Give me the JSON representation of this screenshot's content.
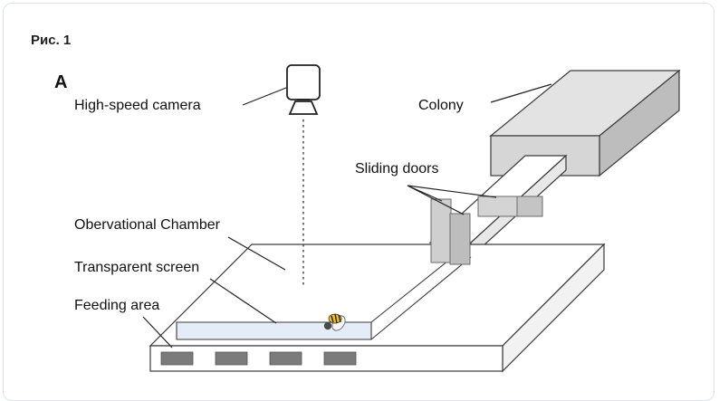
{
  "figure": {
    "title": "Рис. 1",
    "panel_label": "A"
  },
  "labels": {
    "camera": "High-speed camera",
    "colony": "Colony",
    "sliding_doors": "Sliding doors",
    "chamber": "Obervational Chamber",
    "screen": "Transparent screen",
    "feeding": "Feeding area"
  },
  "colors": {
    "outline": "#3a3a3a",
    "box_face": "#dcdcdc",
    "box_side": "#c4c4c4",
    "door": "#c8c8c8",
    "screen": "#e4ecf8",
    "slot": "#7b7b7b",
    "bee_stripe": "#e8b400"
  },
  "icons": {
    "camera": "camera-icon",
    "bee": "bee-icon"
  }
}
